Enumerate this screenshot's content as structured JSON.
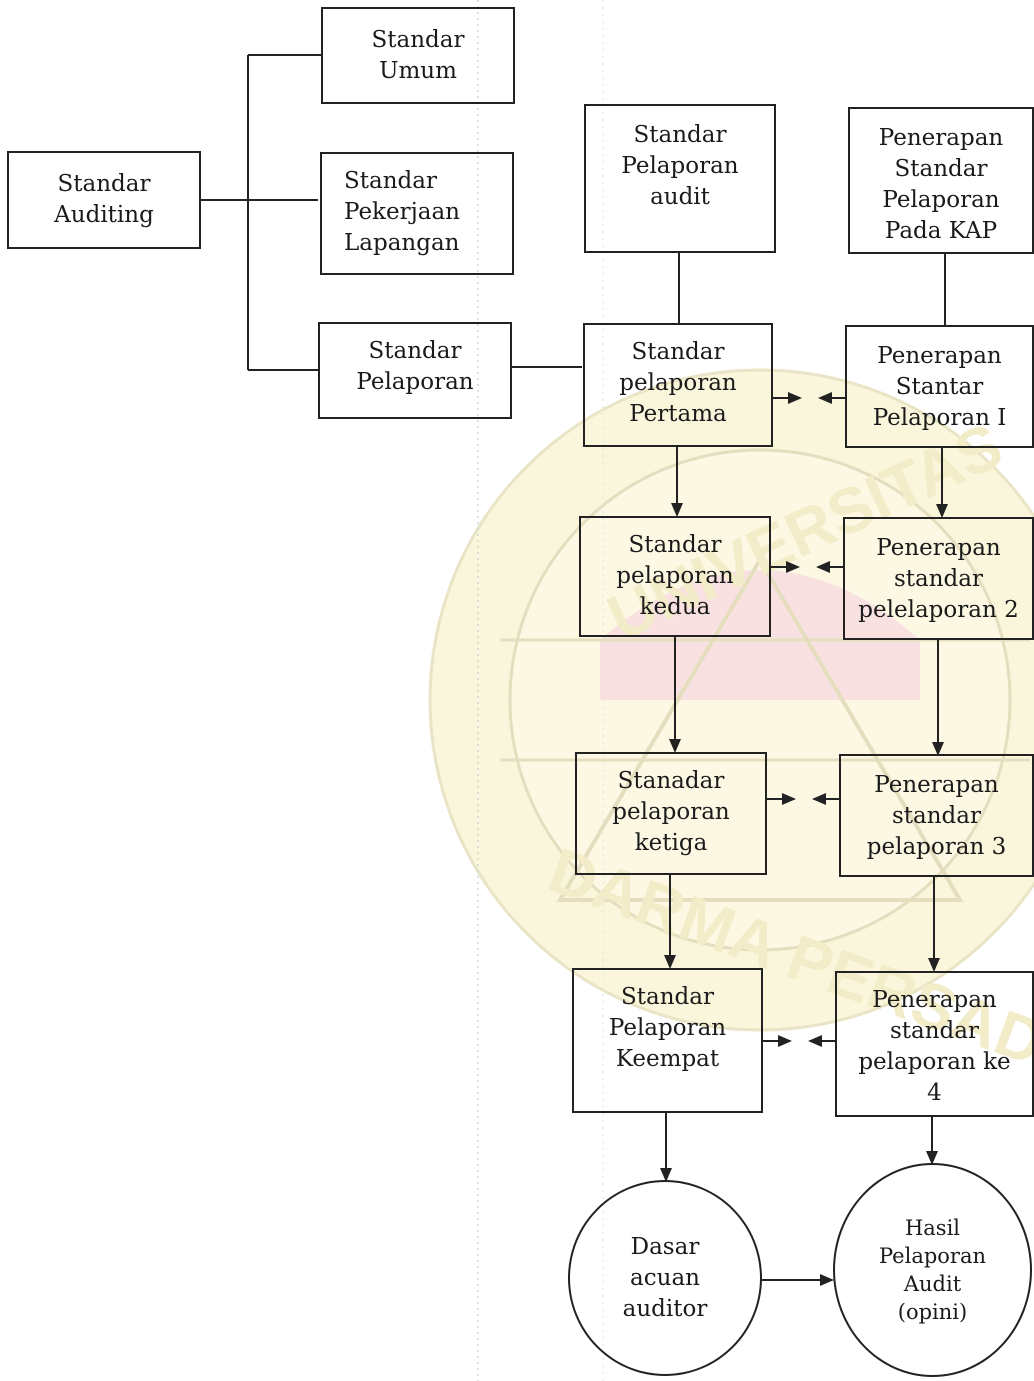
{
  "diagram": {
    "nodes": {
      "standar_auditing": [
        "Standar",
        "Auditing"
      ],
      "standar_umum": [
        "Standar",
        "Umum"
      ],
      "standar_pekerjaan_lapangan": [
        "Standar",
        "Pekerjaan",
        "Lapangan"
      ],
      "standar_pelaporan": [
        "Standar",
        "Pelaporan"
      ],
      "standar_pelaporan_audit": [
        "Standar",
        "Pelaporan",
        "audit"
      ],
      "penerapan_standar_pelaporan_kap": [
        "Penerapan",
        "Standar",
        "Pelaporan",
        "Pada KAP"
      ],
      "standar_pelaporan_pertama": [
        "Standar",
        "pelaporan",
        "Pertama"
      ],
      "penerapan_stantar_pelaporan_1": [
        "Penerapan",
        "Stantar",
        "Pelaporan  I"
      ],
      "standar_pelaporan_kedua": [
        "Standar",
        "pelaporan",
        "kedua"
      ],
      "penerapan_standar_pelelaporan_2": [
        "Penerapan",
        "standar",
        "pelelaporan 2"
      ],
      "stanadar_pelaporan_ketiga": [
        "Stanadar",
        "pelaporan",
        "ketiga"
      ],
      "penerapan_standar_pelaporan_3": [
        "Penerapan",
        "standar",
        "pelaporan 3"
      ],
      "standar_pelaporan_keempat": [
        "Standar",
        "Pelaporan",
        "Keempat"
      ],
      "penerapan_standar_pelaporan_ke_4": [
        "Penerapan",
        "standar",
        "pelaporan ke",
        "4"
      ],
      "dasar_acuan_auditor": [
        "Dasar",
        "acuan",
        "auditor"
      ],
      "hasil_pelaporan_audit": [
        "Hasil",
        "Pelaporan",
        "Audit",
        "(opini)"
      ]
    },
    "watermark": {
      "text_top": "UNIVERSITAS",
      "text_bottom": "DARMA PERSADA"
    },
    "colors": {
      "line": "#222222",
      "watermark_yellow": "#f5ecb0",
      "watermark_red": "#f6c9c9"
    }
  }
}
